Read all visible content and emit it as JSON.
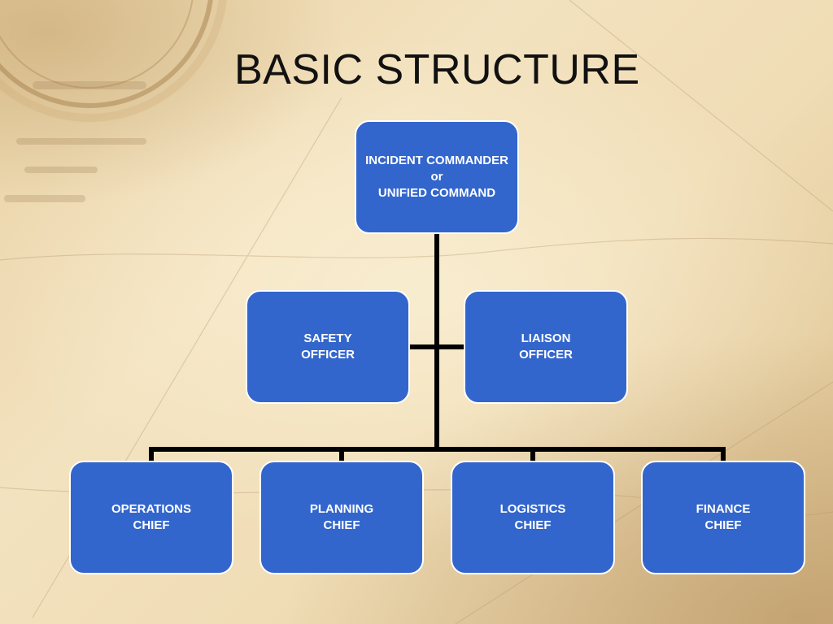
{
  "title": "BASIC STRUCTURE",
  "colors": {
    "box_fill": "#3366cc",
    "box_border": "#ffffff",
    "box_text": "#ffffff",
    "connector": "#000000",
    "title_text": "#111111"
  },
  "nodes": {
    "commander": {
      "line1": "INCIDENT COMMANDER",
      "line2": "or",
      "line3": "UNIFIED COMMAND"
    },
    "safety": {
      "line1": "SAFETY",
      "line2": "OFFICER"
    },
    "liaison": {
      "line1": "LIAISON",
      "line2": "OFFICER"
    },
    "operations": {
      "line1": "OPERATIONS",
      "line2": "CHIEF"
    },
    "planning": {
      "line1": "PLANNING",
      "line2": "CHIEF"
    },
    "logistics": {
      "line1": "LOGISTICS",
      "line2": "CHIEF"
    },
    "finance": {
      "line1": "FINANCE",
      "line2": "CHIEF"
    }
  },
  "edges": [
    {
      "from": "commander",
      "to": "safety"
    },
    {
      "from": "commander",
      "to": "liaison"
    },
    {
      "from": "commander",
      "to": "operations"
    },
    {
      "from": "commander",
      "to": "planning"
    },
    {
      "from": "commander",
      "to": "logistics"
    },
    {
      "from": "commander",
      "to": "finance"
    }
  ]
}
